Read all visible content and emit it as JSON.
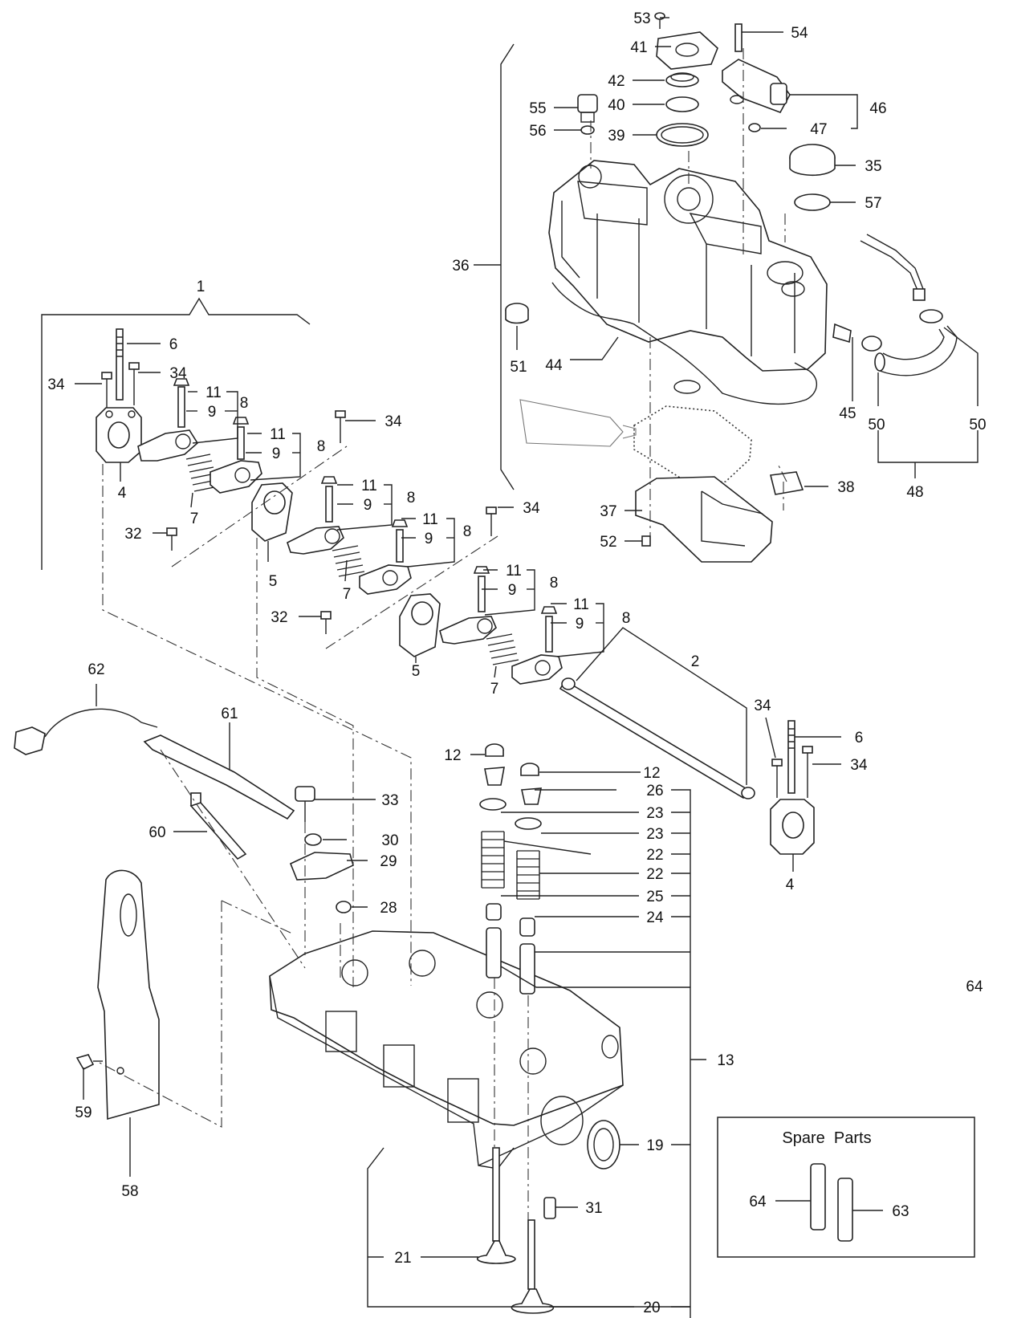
{
  "callouts": {
    "c1": "1",
    "c2": "2",
    "c4a": "4",
    "c4b": "4",
    "c5a": "5",
    "c5b": "5",
    "c6a": "6",
    "c6b": "6",
    "c7a": "7",
    "c7b": "7",
    "c7c": "7",
    "c8a": "8",
    "c8b": "8",
    "c8c": "8",
    "c8d": "8",
    "c8e": "8",
    "c8f": "8",
    "c9a": "9",
    "c9b": "9",
    "c9c": "9",
    "c9d": "9",
    "c9e": "9",
    "c9f": "9",
    "c11a": "11",
    "c11b": "11",
    "c11c": "11",
    "c11d": "11",
    "c11e": "11",
    "c11f": "11",
    "c12a": "12",
    "c12b": "12",
    "c13": "13",
    "c19": "19",
    "c20": "20",
    "c21": "21",
    "c22a": "22",
    "c22b": "22",
    "c23a": "23",
    "c23b": "23",
    "c24": "24",
    "c25": "25",
    "c26": "26",
    "c28": "28",
    "c29": "29",
    "c30": "30",
    "c31": "31",
    "c32a": "32",
    "c32b": "32",
    "c33": "33",
    "c34a": "34",
    "c34b": "34",
    "c34c": "34",
    "c34d": "34",
    "c34e": "34",
    "c34f": "34",
    "c35": "35",
    "c36": "36",
    "c37": "37",
    "c38": "38",
    "c39": "39",
    "c40": "40",
    "c41": "41",
    "c42": "42",
    "c44": "44",
    "c45": "45",
    "c46": "46",
    "c47": "47",
    "c48": "48",
    "c50a": "50",
    "c50b": "50",
    "c51": "51",
    "c52": "52",
    "c53": "53",
    "c54": "54",
    "c55": "55",
    "c56": "56",
    "c57": "57",
    "c58": "58",
    "c59": "59",
    "c60": "60",
    "c61": "61",
    "c62": "62",
    "c63": "63",
    "c64a": "64",
    "c64b": "64"
  },
  "spare_parts": {
    "title": "Spare  Parts"
  }
}
